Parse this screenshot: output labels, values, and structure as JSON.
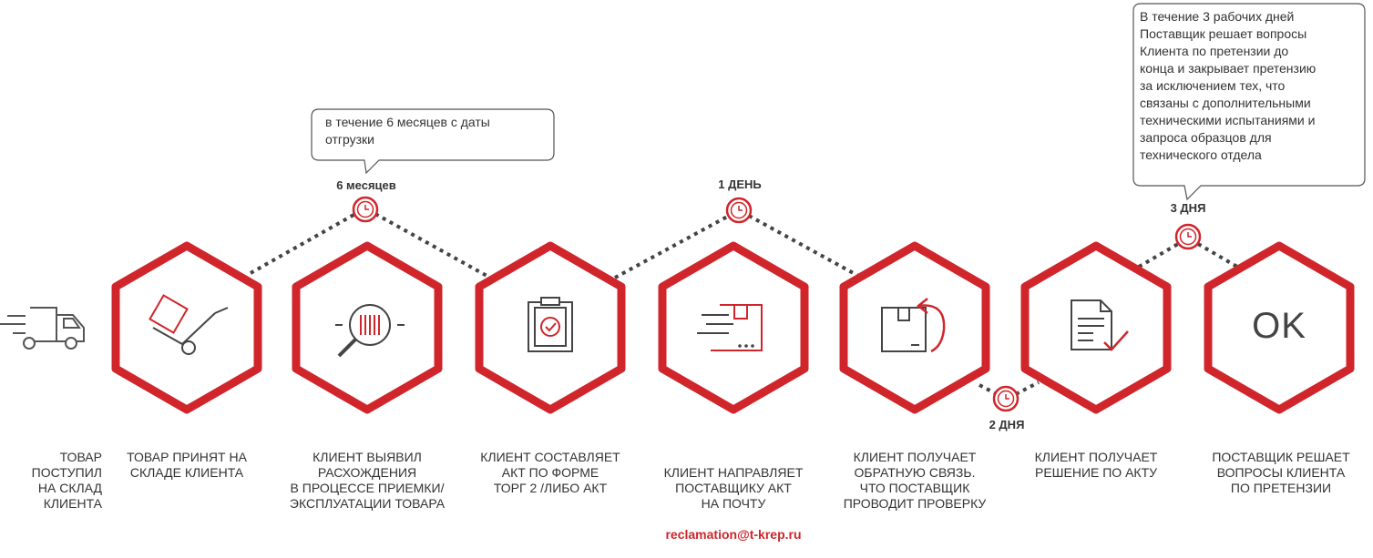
{
  "steps": [
    {
      "label": "ТОВАР\nПОСТУПИЛ\nНА СКЛАД\nКЛИЕНТА",
      "icon": "truck-icon"
    },
    {
      "label": "ТОВАР ПРИНЯТ НА\nСКЛАДЕ КЛИЕНТА",
      "icon": "hand-truck-icon"
    },
    {
      "label": "КЛИЕНТ ВЫЯВИЛ\nРАСХОЖДЕНИЯ\nВ ПРОЦЕССЕ ПРИЕМКИ/\nЭКСПЛУАТАЦИИ ТОВАРА",
      "icon": "barcode-magnifier-icon"
    },
    {
      "label": "КЛИЕНТ СОСТАВЛЯЕТ\nАКТ ПО ФОРМЕ\nТОРГ 2 /ЛИБО АКТ",
      "icon": "clipboard-check-icon"
    },
    {
      "label": "КЛИЕНТ НАПРАВЛЯЕТ\nПОСТАВЩИКУ  АКТ\nНА ПОЧТУ",
      "email": "reclamation@t-krep.ru",
      "icon": "sending-box-icon"
    },
    {
      "label": "КЛИЕНТ ПОЛУЧАЕТ\nОБРАТНУЮ СВЯЗЬ.\nЧТО ПОСТАВЩИК\nПРОВОДИТ ПРОВЕРКУ",
      "icon": "box-return-icon"
    },
    {
      "label": "КЛИЕНТ ПОЛУЧАЕТ\nРЕШЕНИЕ ПО АКТУ",
      "icon": "document-check-icon"
    },
    {
      "label": "ПОСТАВЩИК РЕШАЕТ\nВОПРОСЫ КЛИЕНТА\nПО ПРЕТЕНЗИИ",
      "icon": "ok-text",
      "ok": "OK"
    }
  ],
  "durations": [
    {
      "text": "6 месяцев"
    },
    {
      "text": "1 ДЕНЬ"
    },
    {
      "text": "2 ДНЯ"
    },
    {
      "text": "3 ДНЯ"
    }
  ],
  "callouts": [
    {
      "text": "в течение 6 месяцев с даты\nотгрузки"
    },
    {
      "text": "В течение 3 рабочих дней\nПоставщик решает вопросы\nКлиента по претензии до\nконца и закрывает претензию\nза исключением тех, что\nсвязаны с дополнительными\nтехническими испытаниями и\nзапроса образцов для\nтехнического отдела"
    }
  ],
  "colors": {
    "accent": "#d0252b",
    "dots": "#444444",
    "icon": "#444444",
    "text": "#333333"
  }
}
